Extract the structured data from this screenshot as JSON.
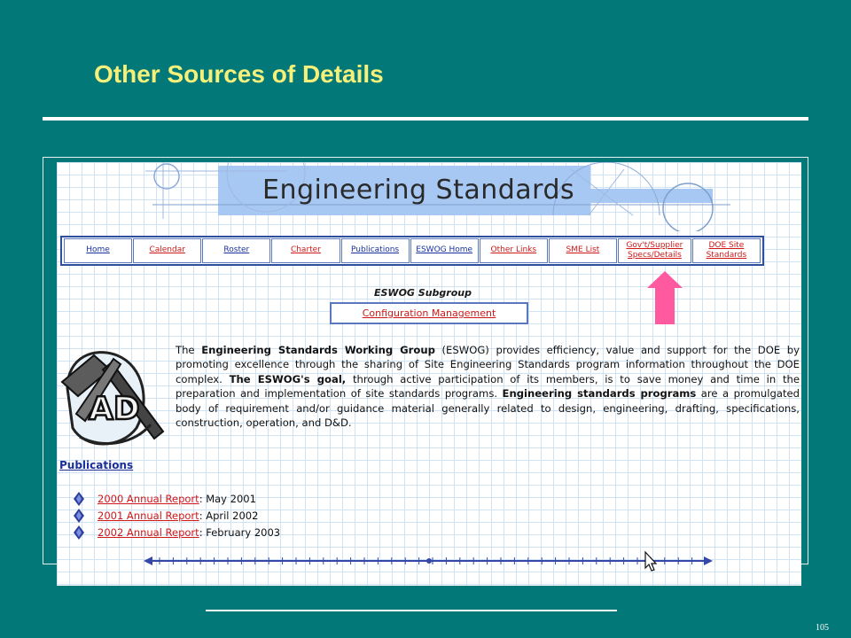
{
  "slide": {
    "title": "Other Sources of Details",
    "page_number": "105"
  },
  "website": {
    "banner_title": "Engineering Standards",
    "nav_items": [
      {
        "label": "Home",
        "color": "blue"
      },
      {
        "label": "Calendar",
        "color": "red"
      },
      {
        "label": "Roster",
        "color": "blue"
      },
      {
        "label": "Charter",
        "color": "red"
      },
      {
        "label": "Publications",
        "color": "blue"
      },
      {
        "label": "ESWOG Home",
        "color": "blue"
      },
      {
        "label": "Other Links",
        "color": "red"
      },
      {
        "label": "SME List",
        "color": "red"
      },
      {
        "label": "Gov't/Supplier Specs/Details",
        "color": "red"
      },
      {
        "label": "DOE Site Standards",
        "color": "red"
      }
    ],
    "subgroup_label": "ESWOG Subgroup",
    "subgroup_link": "Configuration Management",
    "intro": {
      "p1": "The ",
      "bold1": "Engineering Standards Working Group",
      "p2": " (ESWOG) provides efficiency, value and support for the DOE by promoting excellence through the sharing of Site Engineering Standards program information throughout the DOE complex. ",
      "bold2": "The ESWOG's goal,",
      "p3": " through active participation of its members, is to save money and time in the preparation and implementation of site standards programs. ",
      "bold3": "Engineering standards programs",
      "p4": " are a promulgated body of requirement and/or guidance material generally related to design, engineering, drafting, specifications, construction, operation, and D&D."
    },
    "publications_heading": "Publications",
    "publications": [
      {
        "link": "2000 Annual Report",
        "date": ": May 2001"
      },
      {
        "link": "2001 Annual Report",
        "date": ": April 2002"
      },
      {
        "link": "2002 Annual Report",
        "date": ": February 2003"
      }
    ]
  },
  "colors": {
    "slide_background": "#037878",
    "title": "#f5f07a",
    "arrow": "#ff5aa0",
    "link_red": "#d01818",
    "link_blue": "#1830a0"
  },
  "icons": {
    "logo": "drafting-tools-logo",
    "bullet": "diamond-bullet-icon",
    "cursor": "mouse-pointer-icon",
    "callout": "up-arrow-icon"
  }
}
